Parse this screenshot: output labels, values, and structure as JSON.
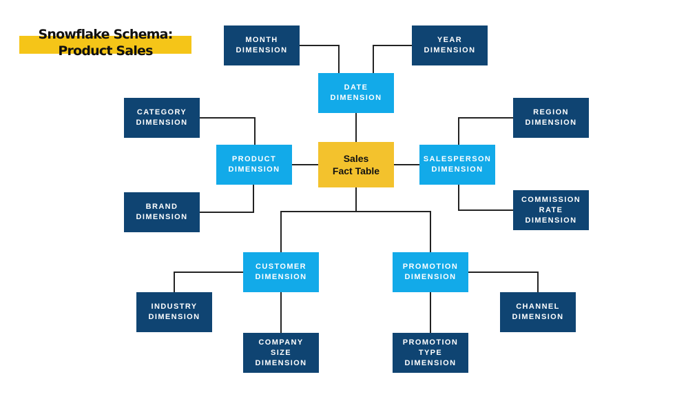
{
  "title": {
    "line1": "Snowflake Schema:",
    "line2": "Product Sales"
  },
  "colors": {
    "dark": "#0f4472",
    "light": "#12aae9",
    "fact": "#f3c22d",
    "highlight": "#f5c518",
    "line": "#222222"
  },
  "nodes": {
    "fact": {
      "lines": [
        "Sales",
        "Fact Table"
      ]
    },
    "date": {
      "lines": [
        "DATE",
        "DIMENSION"
      ]
    },
    "month": {
      "lines": [
        "MONTH",
        "DIMENSION"
      ]
    },
    "year": {
      "lines": [
        "YEAR",
        "DIMENSION"
      ]
    },
    "product": {
      "lines": [
        "PRODUCT",
        "DIMENSION"
      ]
    },
    "category": {
      "lines": [
        "CATEGORY",
        "DIMENSION"
      ]
    },
    "brand": {
      "lines": [
        "BRAND",
        "DIMENSION"
      ]
    },
    "salesperson": {
      "lines": [
        "SALESPERSON",
        "DIMENSION"
      ]
    },
    "region": {
      "lines": [
        "REGION",
        "DIMENSION"
      ]
    },
    "commission": {
      "lines": [
        "COMMISSION",
        "RATE",
        "DIMENSION"
      ]
    },
    "customer": {
      "lines": [
        "CUSTOMER",
        "DIMENSION"
      ]
    },
    "industry": {
      "lines": [
        "INDUSTRY",
        "DIMENSION"
      ]
    },
    "company_size": {
      "lines": [
        "COMPANY",
        "SIZE",
        "DIMENSION"
      ]
    },
    "promotion": {
      "lines": [
        "PROMOTION",
        "DIMENSION"
      ]
    },
    "promotion_type": {
      "lines": [
        "PROMOTION",
        "TYPE",
        "DIMENSION"
      ]
    },
    "channel": {
      "lines": [
        "CHANNEL",
        "DIMENSION"
      ]
    }
  },
  "edges": [
    [
      "month",
      "date"
    ],
    [
      "year",
      "date"
    ],
    [
      "date",
      "fact"
    ],
    [
      "category",
      "product"
    ],
    [
      "brand",
      "product"
    ],
    [
      "product",
      "fact"
    ],
    [
      "region",
      "salesperson"
    ],
    [
      "commission",
      "salesperson"
    ],
    [
      "salesperson",
      "fact"
    ],
    [
      "fact",
      "customer"
    ],
    [
      "fact",
      "promotion"
    ],
    [
      "industry",
      "customer"
    ],
    [
      "company_size",
      "customer"
    ],
    [
      "promotion_type",
      "promotion"
    ],
    [
      "channel",
      "promotion"
    ]
  ]
}
